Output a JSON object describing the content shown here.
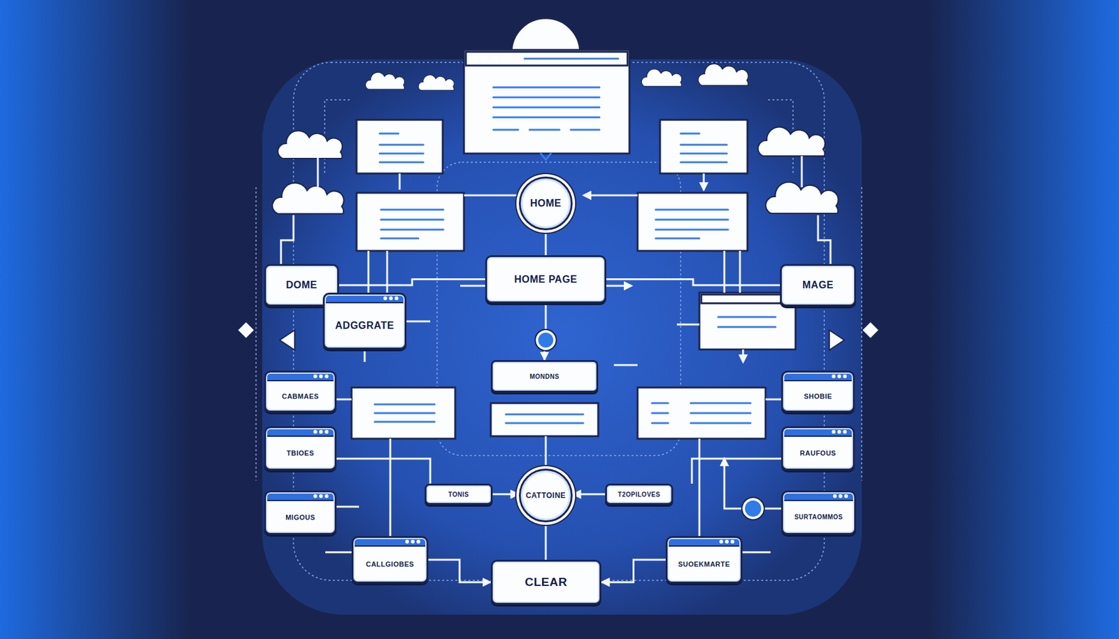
{
  "diagram": {
    "nodes": [
      {
        "text": [
          "HOME"
        ]
      },
      {
        "text": [
          "DOME"
        ]
      },
      {
        "text": [
          "HOME PAGE"
        ]
      },
      {
        "text": [
          "MAGE"
        ]
      },
      {
        "text": [
          "ADGGRATE"
        ]
      },
      {
        "text": [
          "MONDNS"
        ]
      },
      {
        "text": [
          "CABMAES"
        ]
      },
      {
        "text": [
          "SHOBIE"
        ]
      },
      {
        "text": [
          "TBIOES"
        ]
      },
      {
        "text": [
          "RAUFOUS"
        ]
      },
      {
        "text": [
          "TONIS"
        ]
      },
      {
        "text": [
          "CATTOINE"
        ]
      },
      {
        "text": [
          "T2OPILOVES"
        ]
      },
      {
        "text": [
          "MIGOUS"
        ]
      },
      {
        "text": [
          "SURTAOMMOS"
        ]
      },
      {
        "text": [
          "CALLGIOBES"
        ]
      },
      {
        "text": [
          "CLEAR"
        ]
      },
      {
        "text": [
          "SUOEKMARTE"
        ]
      }
    ],
    "edges": [
      {
        "from": 0,
        "to": 2,
        "arrow": "none"
      },
      {
        "from": 1,
        "to": 2,
        "arrow": "none"
      },
      {
        "from": 3,
        "to": 2,
        "arrow": "none"
      },
      {
        "from": 2,
        "to": 5,
        "arrow": "to"
      },
      {
        "from": 10,
        "to": 11,
        "arrow": "to"
      },
      {
        "from": 12,
        "to": 11,
        "arrow": "to"
      },
      {
        "from": 11,
        "to": 16,
        "arrow": "none"
      },
      {
        "from": 15,
        "to": 16,
        "arrow": "to"
      },
      {
        "from": 17,
        "to": 16,
        "arrow": "to"
      }
    ]
  }
}
